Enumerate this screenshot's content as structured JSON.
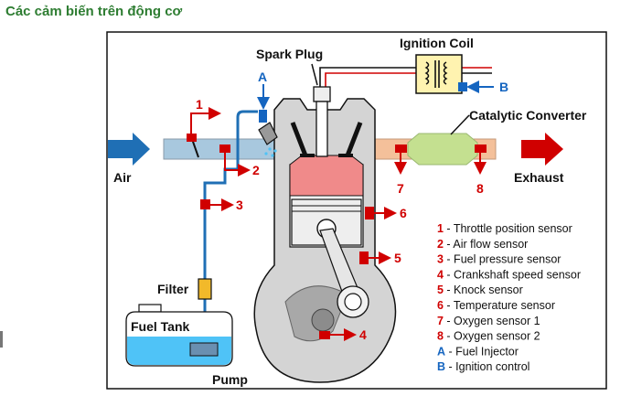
{
  "page": {
    "title": "Các cảm biến trên động cơ"
  },
  "diagram": {
    "labels": {
      "spark_plug": "Spark Plug",
      "ignition_coil": "Ignition Coil",
      "catalytic_converter": "Catalytic Converter",
      "air": "Air",
      "exhaust": "Exhaust",
      "filter": "Filter",
      "fuel_tank": "Fuel Tank",
      "pump": "Pump"
    },
    "markers": {
      "m1": "1",
      "m2": "2",
      "m3": "3",
      "m4": "4",
      "m5": "5",
      "m6": "6",
      "m7": "7",
      "m8": "8",
      "mA": "A",
      "mB": "B"
    },
    "legend": [
      {
        "key": "1",
        "sep": " - ",
        "text": "Throttle position sensor"
      },
      {
        "key": "2",
        "sep": " - ",
        "text": "Air flow sensor"
      },
      {
        "key": "3",
        "sep": " - ",
        "text": "Fuel pressure sensor"
      },
      {
        "key": "4",
        "sep": " - ",
        "text": "Crankshaft speed sensor"
      },
      {
        "key": "5",
        "sep": " - ",
        "text": "Knock sensor"
      },
      {
        "key": "6",
        "sep": " - ",
        "text": "Temperature sensor"
      },
      {
        "key": "7",
        "sep": " - ",
        "text": "Oxygen sensor 1"
      },
      {
        "key": "8",
        "sep": " - ",
        "text": "Oxygen sensor 2"
      },
      {
        "key": "A",
        "sep": " - ",
        "text": "Fuel Injector"
      },
      {
        "key": "B",
        "sep": " - ",
        "text": "Ignition control"
      }
    ],
    "colors": {
      "sensor_red": "#d00000",
      "sensor_blue": "#1565c0",
      "intake": "#a8c8de",
      "exhaust": "#f4c09a",
      "catalyst": "#c4e090",
      "combustion": "#f08a8a",
      "fuel": "#4fc3f7",
      "engine_body": "#d4d4d4",
      "filter": "#f2b92a",
      "coil": "#fff3b0",
      "title": "#2e7d32"
    }
  }
}
